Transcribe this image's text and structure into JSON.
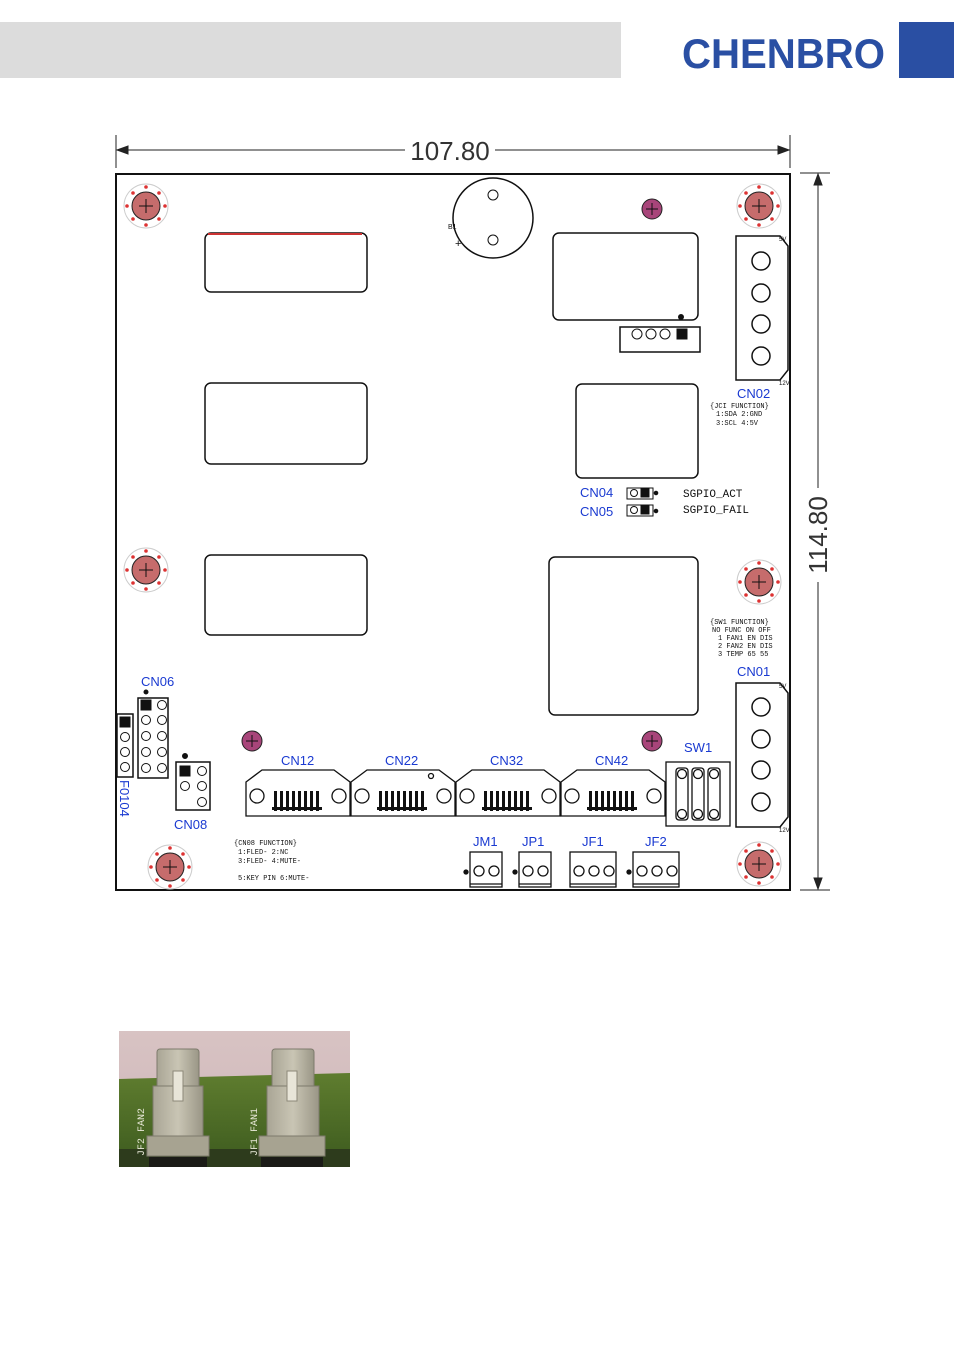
{
  "header": {
    "brand": "CHENBRO",
    "brand_color": "#2a4fa3"
  },
  "drawing": {
    "width_dim": "107.80",
    "height_dim": "114.80",
    "battery_label": "B1",
    "battery_plus": "+",
    "connectors": {
      "cn02": "CN02",
      "cn01": "CN01",
      "cn04": "CN04",
      "cn05": "CN05",
      "cn06": "CN06",
      "cn08": "CN08",
      "cn12": "CN12",
      "cn22": "CN22",
      "cn32": "CN32",
      "cn42": "CN42",
      "sw1": "SW1",
      "jm1": "JM1",
      "jp1": "JP1",
      "jf1": "JF1",
      "jf2": "JF2",
      "f0104": "F0104"
    },
    "pin_5v": "5V",
    "pin_12v": "12V",
    "sgpio_act": "SGPIO_ACT",
    "sgpio_fail": "SGPIO_FAIL",
    "jci_function": [
      "{JCI FUNCTION}",
      "1:SDA 2:GND",
      "3:SCL 4:5V"
    ],
    "sw1_function": [
      "{SW1 FUNCTION}",
      "NO FUNC ON OFF",
      "1 FAN1 EN DIS",
      "2 FAN2 EN DIS",
      "3 TEMP 65 55"
    ],
    "cn08_function": [
      "{CN08 FUNCTION}",
      "1:FLED-    2:NC",
      "3:FLED-    4:MUTE-",
      "5:KEY PIN 6:MUTE-"
    ]
  },
  "photo": {
    "label_left": "JF2 FAN2",
    "label_right": "JF1 FAN1"
  }
}
